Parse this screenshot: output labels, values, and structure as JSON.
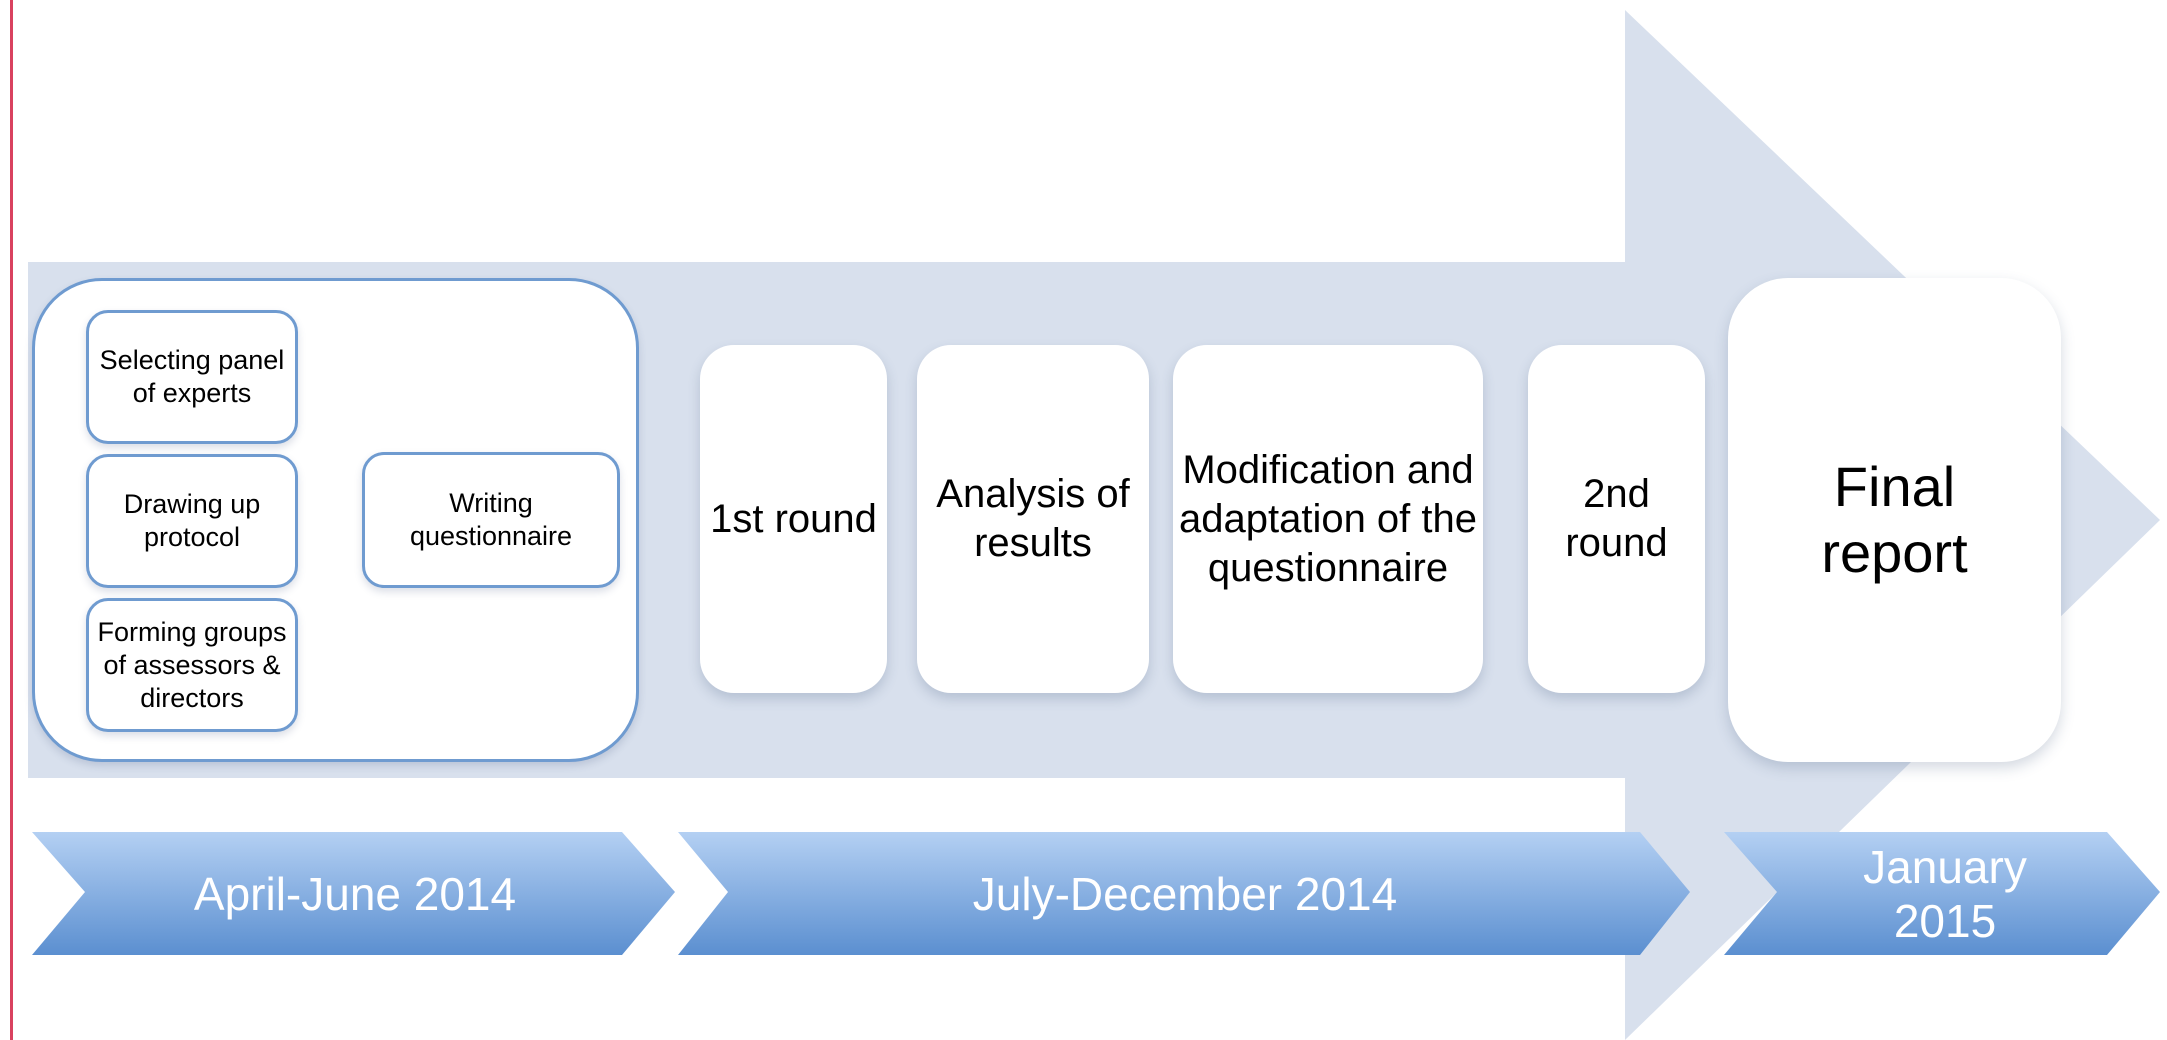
{
  "preparation": {
    "items": [
      "Selecting panel of experts",
      "Drawing up protocol",
      "Forming groups of assessors & directors"
    ],
    "target": "Writing questionnaire"
  },
  "stages": [
    "1st round",
    "Analysis of results",
    "Modification and adaptation of the questionnaire",
    "2nd round"
  ],
  "final": "Final report",
  "periods": [
    "April-June 2014",
    "July-December 2014",
    "January 2015"
  ],
  "colors": {
    "big_arrow": "#d8e0ed",
    "box_border": "#6f9bd0",
    "period_light": "#b4d0f3",
    "period_dark": "#5b8fd0",
    "connector": "#5b8fd0"
  }
}
